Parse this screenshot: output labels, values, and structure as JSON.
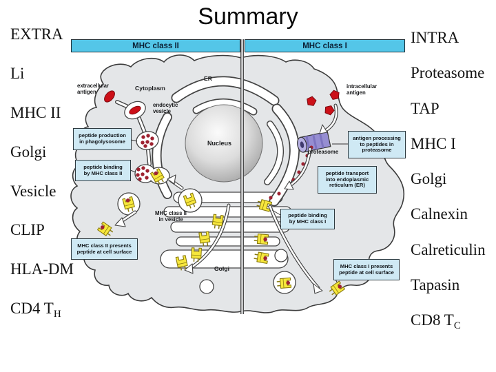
{
  "title": "Summary",
  "left_column": {
    "items": [
      {
        "text": "EXTRA"
      },
      {
        "text": "Li"
      },
      {
        "text": "MHC II"
      },
      {
        "text": "Golgi"
      },
      {
        "text": "Vesicle"
      },
      {
        "text": "CLIP"
      },
      {
        "text": "HLA-DM"
      },
      {
        "text": "CD4 T",
        "sub": "H"
      }
    ]
  },
  "right_column": {
    "items": [
      {
        "text": "INTRA"
      },
      {
        "text": "Proteasome"
      },
      {
        "text": "TAP"
      },
      {
        "text": "MHC I"
      },
      {
        "text": "Golgi"
      },
      {
        "text": "Calnexin"
      },
      {
        "text": "Calreticulin"
      },
      {
        "text": "Tapasin"
      },
      {
        "text": "CD8 T",
        "sub": "C"
      }
    ]
  },
  "diagram": {
    "headers": {
      "left": "MHC class II",
      "right": "MHC class I"
    },
    "labels": {
      "extracellular_antigen": {
        "line1": "extracellular",
        "line2": "antigen"
      },
      "cytoplasm": "Cytoplasm",
      "er": "ER",
      "endocytic_vesicle": {
        "line1": "endocytic",
        "line2": "vesicle"
      },
      "nucleus": "Nucleus",
      "intracellular_antigen": {
        "line1": "intracellular",
        "line2": "antigen"
      },
      "proteasome": "proteasome",
      "mhc2_in_vesicle": {
        "line1": "MHC class II",
        "line2": "in vesicle"
      },
      "golgi": "Golgi"
    },
    "boxes": {
      "peptide_production": {
        "line1": "peptide production",
        "line2": "in phagolysosome"
      },
      "peptide_binding_mhc2": {
        "line1": "peptide binding",
        "line2": "by MHC class II"
      },
      "mhc2_presents": {
        "line1": "MHC class II presents",
        "line2": "peptide at cell surface"
      },
      "antigen_processing": {
        "line1": "antigen processing",
        "line2": "to peptides in",
        "line3": "proteasome"
      },
      "peptide_transport": {
        "line1": "peptide transport",
        "line2": "into endoplasmic",
        "line3": "reticulum (ER)"
      },
      "peptide_binding_mhc1": {
        "line1": "peptide binding",
        "line2": "by MHC class I"
      },
      "mhc1_presents": {
        "line1": "MHC class I presents",
        "line2": "peptide at cell surface"
      }
    },
    "colors": {
      "header_bar": "#54c6e8",
      "label_box": "#cfe9f4",
      "cell_fill": "#e4e6e8",
      "mhc_yellow": "#f7e73c",
      "antigen_red": "#cc1018",
      "peptide_dot_red": "#9e2231",
      "proteasome_purple": "#968ed2"
    }
  }
}
